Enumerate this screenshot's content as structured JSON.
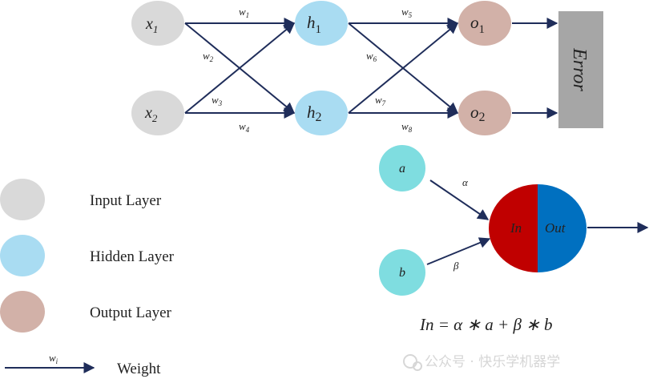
{
  "network": {
    "inputs": [
      {
        "base": "x",
        "sub": "1"
      },
      {
        "base": "x",
        "sub": "2"
      }
    ],
    "hidden": [
      {
        "base": "h",
        "sub": "1"
      },
      {
        "base": "h",
        "sub": "2"
      }
    ],
    "outputs": [
      {
        "base": "o",
        "sub": "1"
      },
      {
        "base": "o",
        "sub": "2"
      }
    ],
    "weights": [
      {
        "base": "w",
        "sub": "1"
      },
      {
        "base": "w",
        "sub": "2"
      },
      {
        "base": "w",
        "sub": "3"
      },
      {
        "base": "w",
        "sub": "4"
      },
      {
        "base": "w",
        "sub": "5"
      },
      {
        "base": "w",
        "sub": "6"
      },
      {
        "base": "w",
        "sub": "7"
      },
      {
        "base": "w",
        "sub": "8"
      }
    ],
    "error_label": "Error"
  },
  "neuron": {
    "input_a": "a",
    "input_b": "b",
    "weight_alpha": "α",
    "weight_beta": "β",
    "in_label": "In",
    "out_label": "Out",
    "formula": "In = α ∗ a + β ∗ b"
  },
  "legend": {
    "input_layer": "Input Layer",
    "hidden_layer": "Hidden Layer",
    "output_layer": "Output Layer",
    "weight_symbol": {
      "base": "w",
      "sub": "i"
    },
    "weight": "Weight"
  },
  "watermark": {
    "text": "公众号 · 快乐学机器学"
  },
  "colors": {
    "input": "#d9d9d9",
    "hidden": "#a9dcf2",
    "output": "#d2b1a8",
    "neuron_input": "#7fdde0",
    "in_half": "#c00000",
    "out_half": "#0070c0",
    "error_box": "#a6a6a6",
    "arrow": "#1f2d5a"
  }
}
